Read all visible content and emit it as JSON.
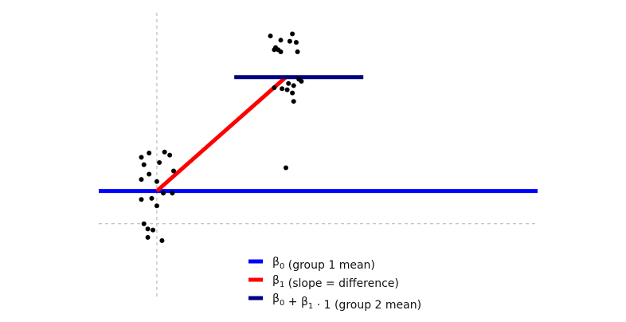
{
  "chart_data": {
    "type": "scatter",
    "x_range": [
      -0.45,
      2.95
    ],
    "y_range": [
      -0.69,
      1.97
    ],
    "grid": false,
    "reference_lines": {
      "vertical_x": 0,
      "horizontal_y": 0,
      "style": "dashed",
      "color": "#bbbbbb"
    },
    "groups": [
      {
        "x_center": 0,
        "points": [
          {
            "x": -0.12,
            "y": 0.63
          },
          {
            "x": -0.06,
            "y": 0.67
          },
          {
            "x": 0.06,
            "y": 0.68
          },
          {
            "x": 0.1,
            "y": 0.65
          },
          {
            "x": -0.1,
            "y": 0.56
          },
          {
            "x": 0.02,
            "y": 0.58
          },
          {
            "x": 0.13,
            "y": 0.5
          },
          {
            "x": -0.06,
            "y": 0.47
          },
          {
            "x": -0.12,
            "y": 0.42
          },
          {
            "x": 0.0,
            "y": 0.4
          },
          {
            "x": -0.12,
            "y": 0.23
          },
          {
            "x": -0.04,
            "y": 0.24
          },
          {
            "x": 0.05,
            "y": 0.29
          },
          {
            "x": 0.12,
            "y": 0.29
          },
          {
            "x": 0.0,
            "y": 0.17
          },
          {
            "x": -0.1,
            "y": 0.0
          },
          {
            "x": -0.07,
            "y": -0.05
          },
          {
            "x": -0.03,
            "y": -0.06
          },
          {
            "x": -0.07,
            "y": -0.13
          },
          {
            "x": 0.04,
            "y": -0.16
          }
        ]
      },
      {
        "x_center": 1,
        "points": [
          {
            "x": 0.88,
            "y": 1.78
          },
          {
            "x": 1.05,
            "y": 1.8
          },
          {
            "x": 0.96,
            "y": 1.74
          },
          {
            "x": 1.03,
            "y": 1.73
          },
          {
            "x": 1.08,
            "y": 1.72
          },
          {
            "x": 0.92,
            "y": 1.67
          },
          {
            "x": 0.94,
            "y": 1.65
          },
          {
            "x": 0.96,
            "y": 1.63
          },
          {
            "x": 1.09,
            "y": 1.63
          },
          {
            "x": 0.91,
            "y": 1.65
          },
          {
            "x": 1.1,
            "y": 1.37
          },
          {
            "x": 1.02,
            "y": 1.33
          },
          {
            "x": 0.97,
            "y": 1.28
          },
          {
            "x": 1.06,
            "y": 1.31
          },
          {
            "x": 1.12,
            "y": 1.35
          },
          {
            "x": 0.91,
            "y": 1.29
          },
          {
            "x": 1.01,
            "y": 1.27
          },
          {
            "x": 1.05,
            "y": 1.24
          },
          {
            "x": 1.06,
            "y": 1.16
          },
          {
            "x": 1.0,
            "y": 0.53
          }
        ]
      }
    ],
    "segments": [
      {
        "x": [
          -0.45,
          2.95
        ],
        "y": [
          0.31,
          0.31
        ],
        "color": "#0000ff",
        "label_key": "beta0"
      },
      {
        "x": [
          0.0,
          1.0
        ],
        "y": [
          0.31,
          1.39
        ],
        "color": "#ff0000",
        "label_key": "beta1"
      },
      {
        "x": [
          0.6,
          1.6
        ],
        "y": [
          1.39,
          1.39
        ],
        "color": "#000080",
        "label_key": "sum"
      }
    ],
    "legend": {
      "placement": "bottom-center",
      "items": [
        {
          "key": "beta0",
          "color": "#0000ff",
          "symbol": "β",
          "sub": "0",
          "text": " (group 1 mean)"
        },
        {
          "key": "beta1",
          "color": "#ff0000",
          "symbol": "β",
          "sub": "1",
          "text": " (slope = difference)"
        },
        {
          "key": "sum",
          "color": "#000080",
          "parts": [
            "β",
            "0",
            " + ",
            "β",
            "1",
            " · 1 (group 2 mean)"
          ]
        }
      ]
    },
    "title": "",
    "xlabel": "",
    "ylabel": ""
  }
}
